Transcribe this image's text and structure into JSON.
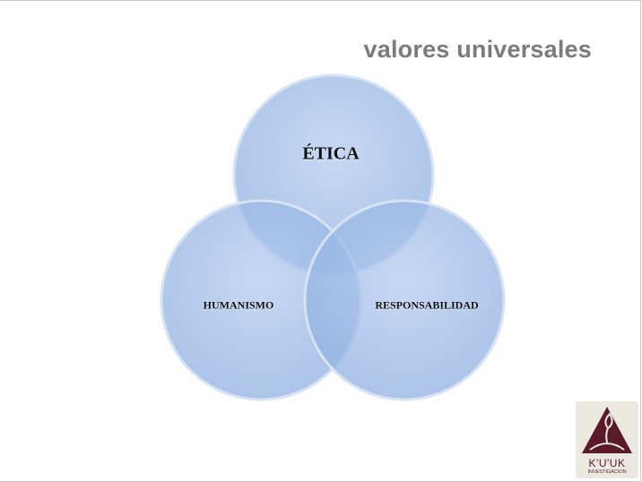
{
  "title": "valores universales",
  "diagram": {
    "type": "venn",
    "sets": [
      {
        "label": "ÉTICA"
      },
      {
        "label": "HUMANISMO"
      },
      {
        "label": "RESPONSABILIDAD"
      }
    ],
    "fill_color": "#9dbbe6"
  },
  "logo": {
    "name": "K'U'UK",
    "subtitle": "INVESTIGACION",
    "color": "#5a1a2a"
  }
}
